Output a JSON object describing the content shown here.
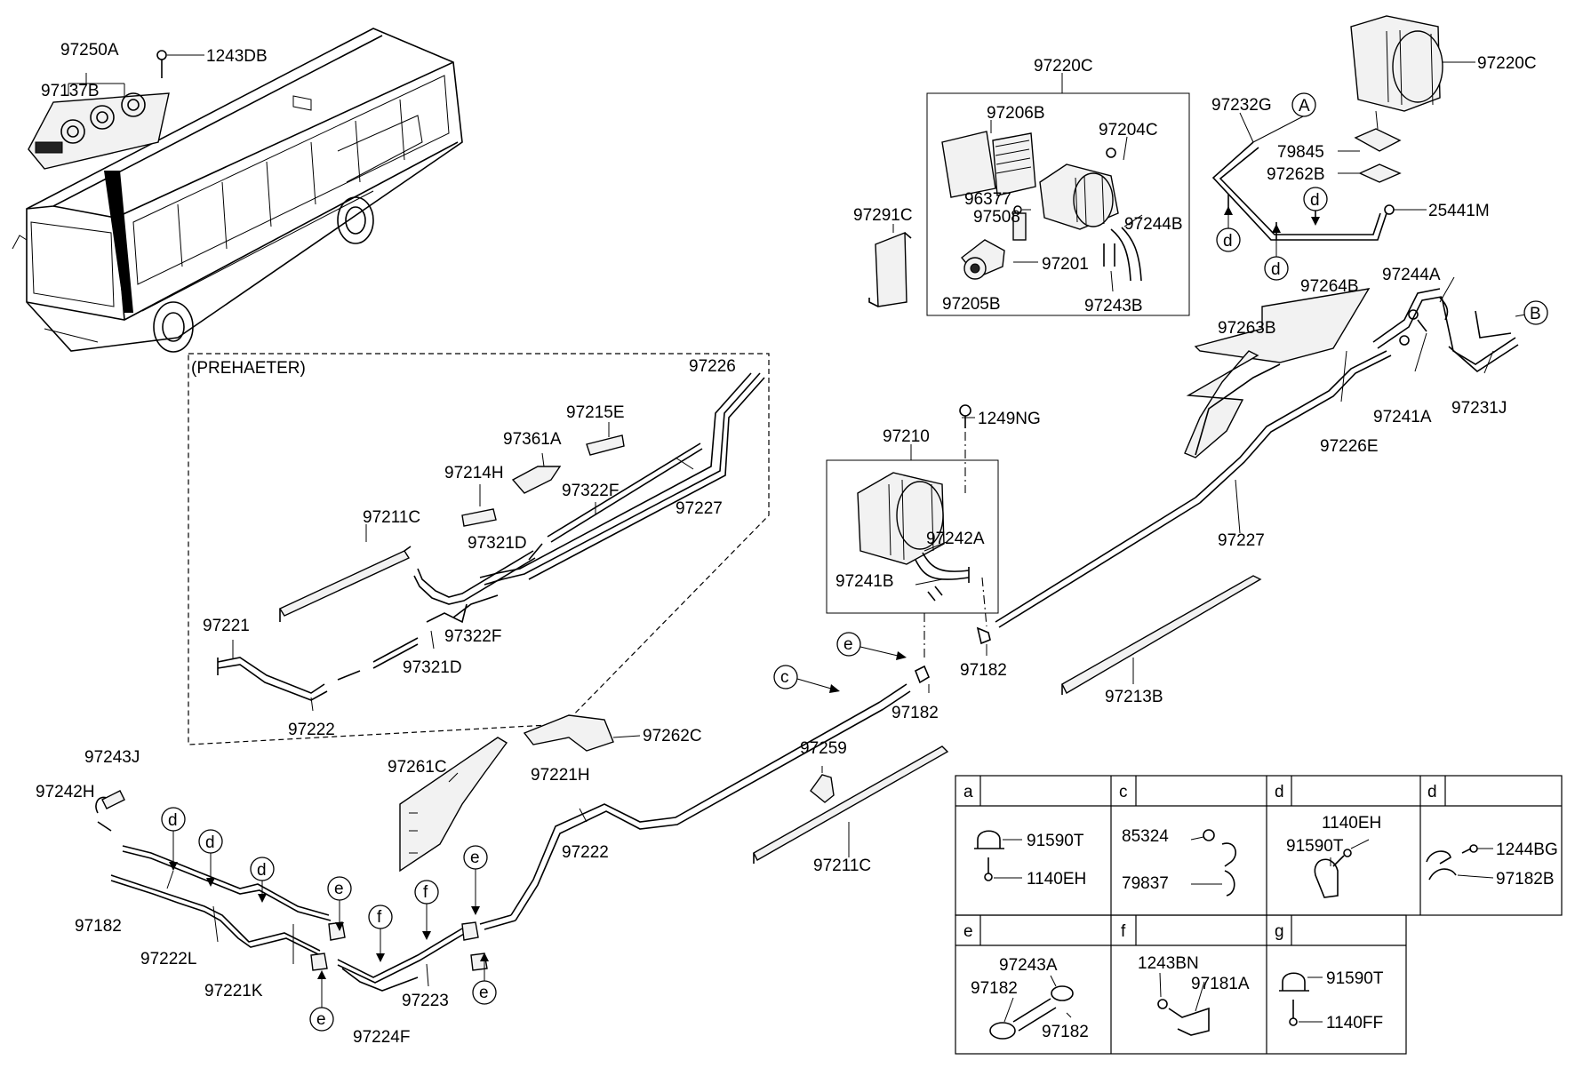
{
  "labels": {
    "p97250A": "97250A",
    "p1243DB": "1243DB",
    "p97137B": "97137B",
    "p97220C_top": "97220C",
    "p97206B": "97206B",
    "p97204C": "97204C",
    "p96377": "96377",
    "p97508": "97508",
    "p97244B": "97244B",
    "p97201": "97201",
    "p97205B": "97205B",
    "p97243B": "97243B",
    "p97291C": "97291C",
    "p97220C_right": "97220C",
    "p97232G": "97232G",
    "p79845": "79845",
    "p97262B": "97262B",
    "p25441M": "25441M",
    "p97264B": "97264B",
    "p97244A": "97244A",
    "p97263B": "97263B",
    "p97241A": "97241A",
    "p97231J": "97231J",
    "p97226E": "97226E",
    "p97227_main": "97227",
    "p1249NG": "1249NG",
    "p97210": "97210",
    "p97242A": "97242A",
    "p97241B": "97241B",
    "p97182_a": "97182",
    "p97182_b": "97182",
    "p97213B": "97213B",
    "preheater": "(PREHAETER)",
    "p97226": "97226",
    "p97215E": "97215E",
    "p97361A": "97361A",
    "p97214H": "97214H",
    "p97322F_a": "97322F",
    "p97227_pre": "97227",
    "p97211C_a": "97211C",
    "p97321D_a": "97321D",
    "p97221": "97221",
    "p97322F_b": "97322F",
    "p97321D_b": "97321D",
    "p97222_a": "97222",
    "p97262C": "97262C",
    "p97261C": "97261C",
    "p97259": "97259",
    "p97221H": "97221H",
    "p97222_b": "97222",
    "p97211C_b": "97211C",
    "p97243J": "97243J",
    "p97242H": "97242H",
    "p97182_c": "97182",
    "p97222L": "97222L",
    "p97221K": "97221K",
    "p97223": "97223",
    "p97224F": "97224F"
  },
  "callouts": {
    "A": "A",
    "B": "B",
    "c": "c",
    "d": "d",
    "e": "e",
    "f": "f"
  },
  "detail_table": {
    "cells": [
      {
        "key": "a",
        "labels": [
          "91590T",
          "1140EH"
        ]
      },
      {
        "key": "c",
        "labels": [
          "85324",
          "79837"
        ]
      },
      {
        "key": "d",
        "labels": [
          "1140EH",
          "91590T"
        ]
      },
      {
        "key": "d",
        "labels": [
          "1244BG",
          "97182B"
        ]
      },
      {
        "key": "e",
        "labels": [
          "97243A",
          "97182",
          "97182"
        ]
      },
      {
        "key": "f",
        "labels": [
          "1243BN",
          "97181A"
        ]
      },
      {
        "key": "g",
        "labels": [
          "91590T",
          "1140FF"
        ]
      }
    ]
  }
}
